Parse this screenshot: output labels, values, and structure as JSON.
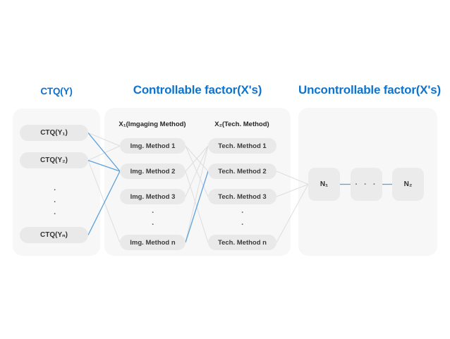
{
  "headings": {
    "ctq": "CTQ(Y)",
    "controllable": "Controllable factor(X's)",
    "uncontrollable": "Uncontrollable factor(X's)"
  },
  "ctq_column": {
    "items": [
      {
        "id": "y1",
        "label": "CTQ(Y₁)"
      },
      {
        "id": "y2",
        "label": "CTQ(Y₂)"
      },
      {
        "id": "yn",
        "label": "CTQ(Yₙ)"
      }
    ],
    "ellipsis": "···"
  },
  "controllable_column": {
    "x1_label": "X₁(Imgaging Method)",
    "x2_label": "X₂(Tech. Method)",
    "imaging_items": [
      {
        "id": "m1",
        "label": "Img. Method 1"
      },
      {
        "id": "m2",
        "label": "Img. Method 2"
      },
      {
        "id": "m3",
        "label": "Img. Method 3"
      },
      {
        "id": "mn",
        "label": "Img. Method n"
      }
    ],
    "imaging_ellipsis": "···",
    "tech_items": [
      {
        "id": "t1",
        "label": "Tech. Method 1"
      },
      {
        "id": "t2",
        "label": "Tech. Method 2"
      },
      {
        "id": "t3",
        "label": "Tech. Method 3"
      },
      {
        "id": "tn",
        "label": "Tech. Method n"
      }
    ],
    "tech_ellipsis": "···"
  },
  "uncontrollable_column": {
    "n1_label": "N₁",
    "ellipsis": "· · ·",
    "n2_label": "N₂"
  },
  "colors": {
    "heading_blue": "#0e74cd",
    "blue_line": "#5da2dd",
    "gray_line": "#dedede",
    "panel_bg": "#f7f7f7",
    "pill_bg": "#e9e9e9"
  },
  "edges": [
    {
      "from": "y1",
      "to": "m1",
      "type": "gray"
    },
    {
      "from": "y2",
      "to": "m1",
      "type": "gray"
    },
    {
      "from": "y2",
      "to": "mn",
      "type": "gray"
    },
    {
      "from": "m1",
      "to": "t2",
      "type": "gray"
    },
    {
      "from": "m2",
      "to": "t1",
      "type": "gray"
    },
    {
      "from": "m1",
      "to": "t3",
      "type": "gray"
    },
    {
      "from": "m3",
      "to": "t1",
      "type": "gray"
    },
    {
      "from": "m2",
      "to": "tn",
      "type": "gray"
    },
    {
      "from": "mn",
      "to": "t1",
      "type": "gray"
    },
    {
      "from": "t2",
      "to": "n1",
      "type": "gray"
    },
    {
      "from": "t3",
      "to": "n1",
      "type": "gray"
    },
    {
      "from": "tn",
      "to": "n1",
      "type": "gray"
    },
    {
      "from": "y1",
      "to": "m2",
      "type": "blue"
    },
    {
      "from": "y2",
      "to": "m2",
      "type": "blue"
    },
    {
      "from": "yn",
      "to": "m2",
      "type": "blue"
    },
    {
      "from": "mn",
      "to": "t2",
      "type": "blue"
    },
    {
      "from": "n1",
      "to": "nd",
      "type": "blue"
    },
    {
      "from": "nd",
      "to": "n2",
      "type": "blue"
    }
  ]
}
